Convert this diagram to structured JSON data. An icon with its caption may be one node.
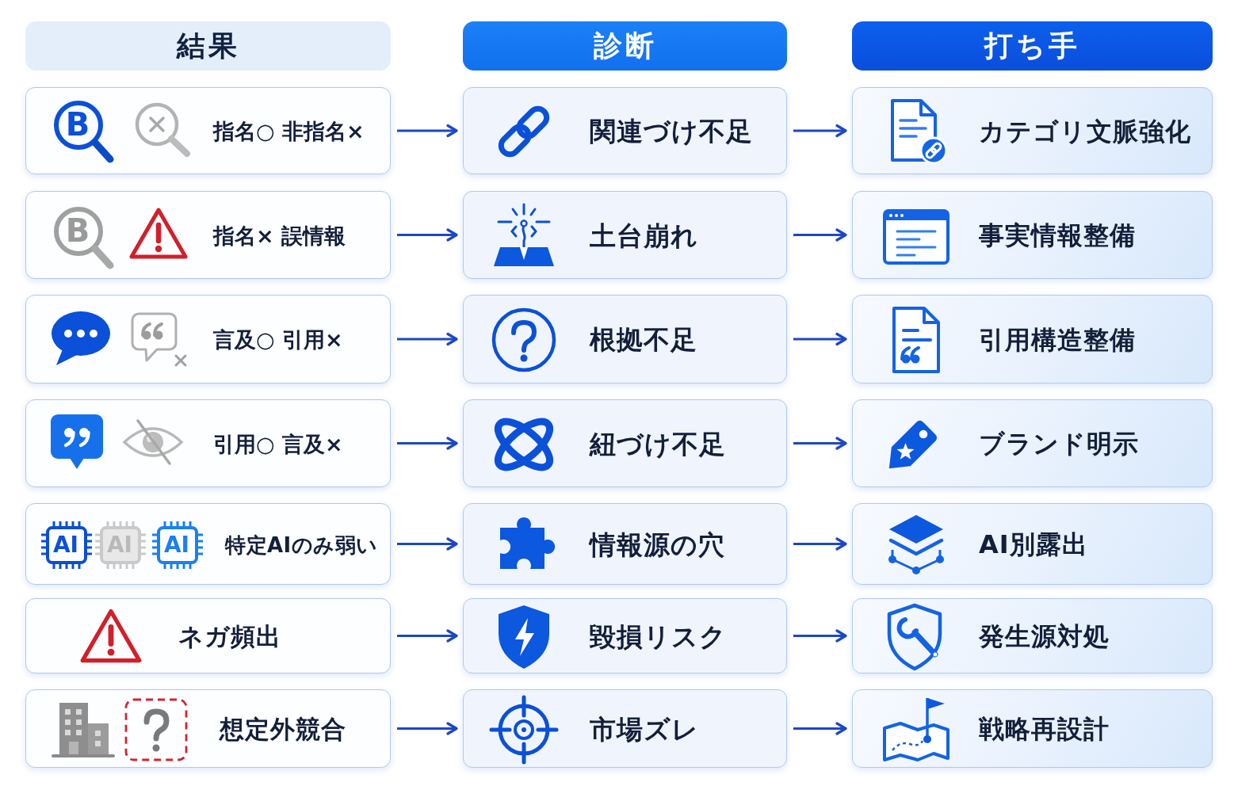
{
  "diagram": {
    "nodes": [
      {
        "text": [
          "結果"
        ]
      },
      {
        "text": [
          "診断"
        ]
      },
      {
        "text": [
          "打ち手"
        ]
      },
      {
        "text": [
          "指名○ 非指名×"
        ]
      },
      {
        "text": [
          "関連づけ不足"
        ]
      },
      {
        "text": [
          "カテゴリ文脈強化"
        ]
      },
      {
        "text": [
          "指名× 誤情報"
        ]
      },
      {
        "text": [
          "土台崩れ"
        ]
      },
      {
        "text": [
          "事実情報整備"
        ]
      },
      {
        "text": [
          "言及○ 引用×"
        ]
      },
      {
        "text": [
          "根拠不足"
        ]
      },
      {
        "text": [
          "引用構造整備"
        ]
      },
      {
        "text": [
          "引用○ 言及×"
        ]
      },
      {
        "text": [
          "紐づけ不足"
        ]
      },
      {
        "text": [
          "ブランド明示"
        ]
      },
      {
        "text": [
          "特定AIのみ弱い"
        ]
      },
      {
        "text": [
          "情報源の穴"
        ]
      },
      {
        "text": [
          "AI別露出"
        ]
      },
      {
        "text": [
          "ネガ頻出"
        ]
      },
      {
        "text": [
          "毀損リスク"
        ]
      },
      {
        "text": [
          "発生源対処"
        ]
      },
      {
        "text": [
          "想定外競合"
        ]
      },
      {
        "text": [
          "市場ズレ"
        ]
      },
      {
        "text": [
          "戦略再設計"
        ]
      }
    ],
    "edges": [
      {
        "from": 3,
        "to": 4,
        "arrow": "to"
      },
      {
        "from": 4,
        "to": 5,
        "arrow": "to"
      },
      {
        "from": 6,
        "to": 7,
        "arrow": "to"
      },
      {
        "from": 7,
        "to": 8,
        "arrow": "to"
      },
      {
        "from": 9,
        "to": 10,
        "arrow": "to"
      },
      {
        "from": 10,
        "to": 11,
        "arrow": "to"
      },
      {
        "from": 12,
        "to": 13,
        "arrow": "to"
      },
      {
        "from": 13,
        "to": 14,
        "arrow": "to"
      },
      {
        "from": 15,
        "to": 16,
        "arrow": "to"
      },
      {
        "from": 16,
        "to": 17,
        "arrow": "to"
      },
      {
        "from": 18,
        "to": 19,
        "arrow": "to"
      },
      {
        "from": 19,
        "to": 20,
        "arrow": "to"
      },
      {
        "from": 21,
        "to": 22,
        "arrow": "to"
      },
      {
        "from": 22,
        "to": 23,
        "arrow": "to"
      }
    ],
    "labels": [
      "B",
      "B",
      "AI",
      "AI",
      "AI"
    ]
  }
}
